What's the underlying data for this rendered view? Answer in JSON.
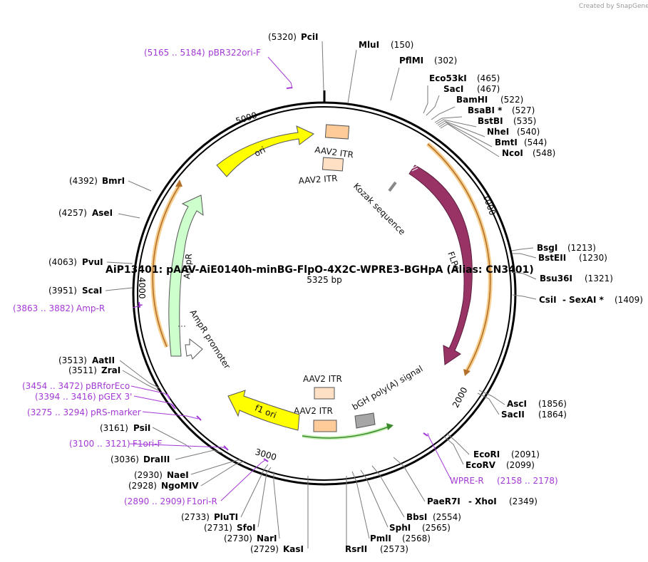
{
  "credit": "Created by SnapGene",
  "plasmid": {
    "name": "AiP13401: pAAV-AiE0140h-minBG-FlpO-4X2C-WPRE3-BGHpA (Alias: CN3401)",
    "length": "5325 bp"
  },
  "ticks": [
    "1000",
    "2000",
    "3000",
    "4000",
    "5000"
  ],
  "features": {
    "ori": "ori",
    "aav2_itr_1": "AAV2 ITR",
    "aav2_itr_2": "AAV2 ITR",
    "aav2_itr_3": "AAV2 ITR",
    "aav2_itr_4": "AAV2 ITR",
    "kozak": "Kozak sequence",
    "flpo": "FLPo",
    "ampr": "AmpR",
    "ampr_promoter": "AmpR promoter",
    "f1_ori": "f1 ori",
    "bgh": "bGH poly(A) signal"
  },
  "sites_right": [
    {
      "name": "MluI",
      "pos": "(150)"
    },
    {
      "name": "PflMI",
      "pos": "(302)"
    },
    {
      "name": "Eco53kI",
      "pos": "(465)"
    },
    {
      "name": "SacI",
      "pos": "(467)"
    },
    {
      "name": "BamHI",
      "pos": "(522)"
    },
    {
      "name": "BsaBI *",
      "pos": "(527)"
    },
    {
      "name": "BstBI",
      "pos": "(535)"
    },
    {
      "name": "NheI",
      "pos": "(540)"
    },
    {
      "name": "BmtI",
      "pos": "(544)"
    },
    {
      "name": "NcoI",
      "pos": "(548)"
    },
    {
      "name": "BsgI",
      "pos": "(1213)"
    },
    {
      "name": "BstEII",
      "pos": "(1230)"
    },
    {
      "name": "Bsu36I",
      "pos": "(1321)"
    },
    {
      "name": "CsiI",
      "extra": "- SexAI *",
      "pos": "(1409)"
    },
    {
      "name": "AscI",
      "pos": "(1856)"
    },
    {
      "name": "SacII",
      "pos": "(1864)"
    },
    {
      "name": "EcoRI",
      "pos": "(2091)"
    },
    {
      "name": "EcoRV",
      "pos": "(2099)"
    },
    {
      "name": "PaeR7I",
      "extra": "- XhoI",
      "pos": "(2349)"
    },
    {
      "name": "BbsI",
      "pos": "(2554)"
    },
    {
      "name": "SphI",
      "pos": "(2565)"
    },
    {
      "name": "PmlI",
      "pos": "(2568)"
    },
    {
      "name": "RsrII",
      "pos": "(2573)"
    }
  ],
  "sites_left": [
    {
      "name": "PciI",
      "pos": "(5320)"
    },
    {
      "name": "BmrI",
      "pos": "(4392)"
    },
    {
      "name": "AseI",
      "pos": "(4257)"
    },
    {
      "name": "PvuI",
      "pos": "(4063)"
    },
    {
      "name": "ScaI",
      "pos": "(3951)"
    },
    {
      "name": "AatII",
      "pos": "(3513)"
    },
    {
      "name": "ZraI",
      "pos": "(3511)"
    },
    {
      "name": "PsiI",
      "pos": "(3161)"
    },
    {
      "name": "DraIII",
      "pos": "(3036)"
    },
    {
      "name": "NaeI",
      "pos": "(2930)"
    },
    {
      "name": "NgoMIV",
      "pos": "(2928)"
    },
    {
      "name": "PluTI",
      "pos": "(2733)"
    },
    {
      "name": "SfoI",
      "pos": "(2731)"
    },
    {
      "name": "NarI",
      "pos": "(2730)"
    },
    {
      "name": "KasI",
      "pos": "(2729)"
    }
  ],
  "primers": [
    {
      "name": "pBR322ori-F",
      "range": "(5165 .. 5184)"
    },
    {
      "name": "Amp-R",
      "range": "(3863 .. 3882)"
    },
    {
      "name": "pBRforEco",
      "range": "(3454 .. 3472)"
    },
    {
      "name": "pGEX 3'",
      "range": "(3394 .. 3416)"
    },
    {
      "name": "pRS-marker",
      "range": "(3275 .. 3294)"
    },
    {
      "name": "F1ori-F",
      "range": "(3100 .. 3121)"
    },
    {
      "name": "F1ori-R",
      "range": "(2890 .. 2909)"
    },
    {
      "name": "WPRE-R",
      "range": "(2158 .. 2178)"
    }
  ],
  "colors": {
    "ori": "#ffff00",
    "flpo": "#993366",
    "ampr": "#ccffcc",
    "f1_ori": "#ffff00",
    "itr": "#ffcc99",
    "bgh": "#a6a6a6",
    "primer": "#a33ad6",
    "orf_line": "#e8a030"
  }
}
